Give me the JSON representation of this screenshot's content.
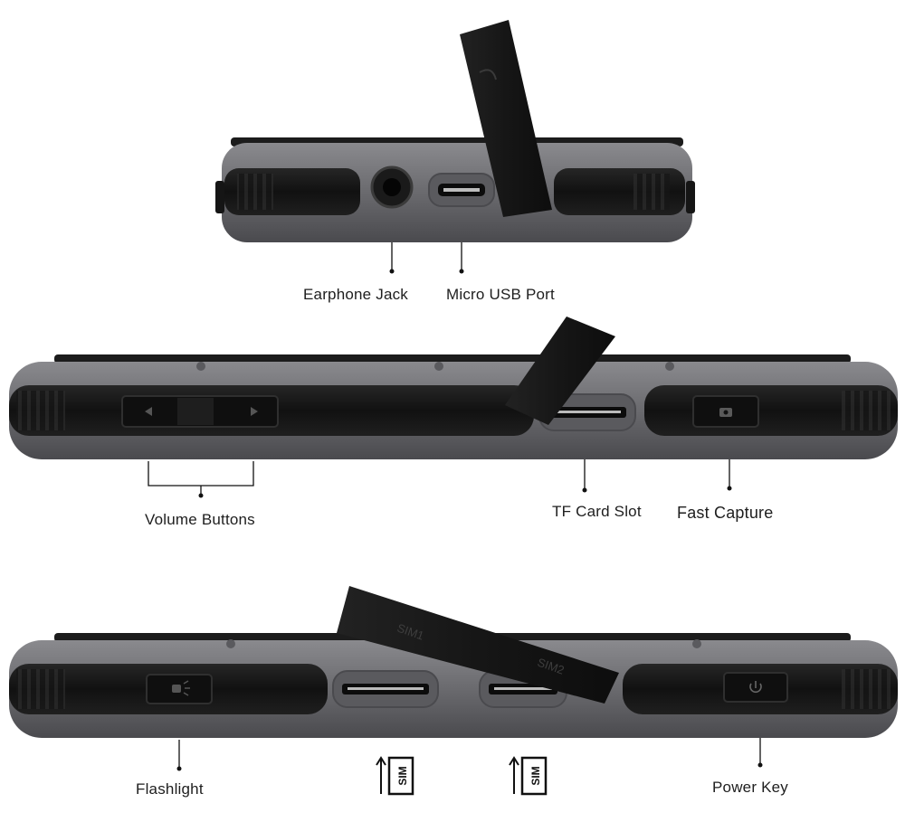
{
  "colors": {
    "background": "#ffffff",
    "frame_gray": "#6e6e72",
    "rubber_black": "#141414",
    "leader_line": "#111111",
    "label_text": "#1e1e1e"
  },
  "views": {
    "top_edge": {
      "labels": {
        "earphone": "Earphone Jack",
        "usb": "Micro USB Port"
      }
    },
    "side_edge": {
      "labels": {
        "volume": "Volume Buttons",
        "tf": "TF Card Slot",
        "capture": "Fast Capture"
      }
    },
    "bottom_edge": {
      "labels": {
        "flashlight": "Flashlight",
        "power": "Power Key"
      },
      "covers": {
        "sim1": "SIM1",
        "sim2": "SIM2"
      },
      "sim_icon_text": "SIM"
    }
  },
  "icons": [
    "volume-arrow-icons",
    "camera-icon",
    "flashlight-icon",
    "power-icon",
    "sim-card-icon"
  ]
}
